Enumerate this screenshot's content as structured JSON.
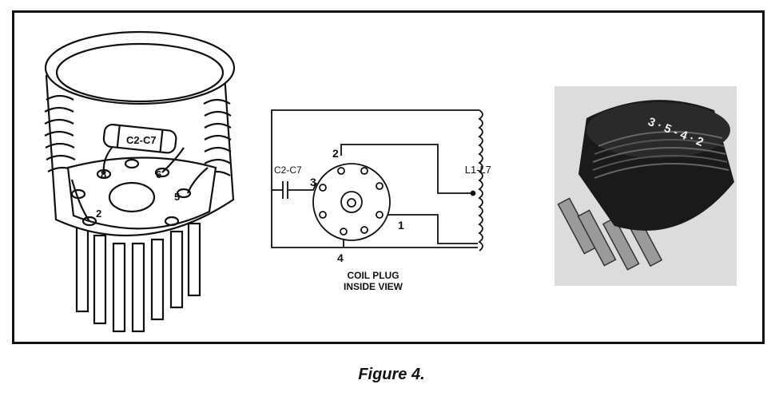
{
  "left_drawing": {
    "capacitor_label": "C2-C7",
    "pin_labels": [
      "8",
      "6",
      "5",
      "2"
    ]
  },
  "schematic": {
    "capacitor_label": "C2-C7",
    "inductor_label": "L1-L7",
    "pin_labels": [
      "2",
      "3",
      "1",
      "4"
    ],
    "caption_line1": "COIL PLUG",
    "caption_line2": "INSIDE VIEW"
  },
  "photo": {
    "markings": "3 · 5 - 4 · 2"
  },
  "figure_caption": "Figure 4.",
  "colors": {
    "ink": "#111111",
    "photo_bg": "#dcdcdc",
    "plug_dark": "#1a1a1a"
  }
}
